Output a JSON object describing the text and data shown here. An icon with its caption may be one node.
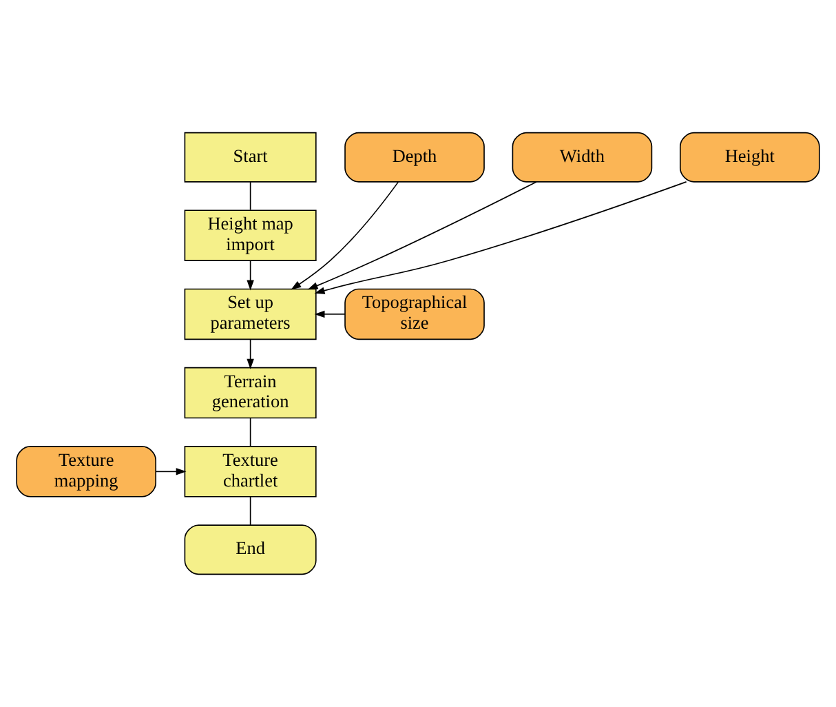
{
  "diagram": {
    "nodes": [
      {
        "text": [
          "Start"
        ]
      },
      {
        "text": [
          "Height map import"
        ]
      },
      {
        "text": [
          "Set up parameters"
        ]
      },
      {
        "text": [
          "Terrain generation"
        ]
      },
      {
        "text": [
          "Texture chartlet"
        ]
      },
      {
        "text": [
          "End"
        ]
      },
      {
        "text": [
          "Depth"
        ]
      },
      {
        "text": [
          "Topographical size"
        ]
      },
      {
        "text": [
          "Width"
        ]
      },
      {
        "text": [
          "Height"
        ]
      },
      {
        "text": [
          "Texture mapping"
        ]
      }
    ],
    "edges": [
      {
        "from": 0,
        "to": 1,
        "arrow": "none"
      },
      {
        "from": 1,
        "to": 2,
        "arrow": "to"
      },
      {
        "from": 2,
        "to": 3,
        "arrow": "to"
      },
      {
        "from": 3,
        "to": 4,
        "arrow": "none"
      },
      {
        "from": 4,
        "to": 5,
        "arrow": "none"
      },
      {
        "from": 6,
        "to": 2,
        "arrow": "to"
      },
      {
        "from": 7,
        "to": 2,
        "arrow": "to"
      },
      {
        "from": 8,
        "to": 2,
        "arrow": "to"
      },
      {
        "from": 9,
        "to": 2,
        "arrow": "to"
      },
      {
        "from": 10,
        "to": 4,
        "arrow": "to"
      }
    ]
  }
}
